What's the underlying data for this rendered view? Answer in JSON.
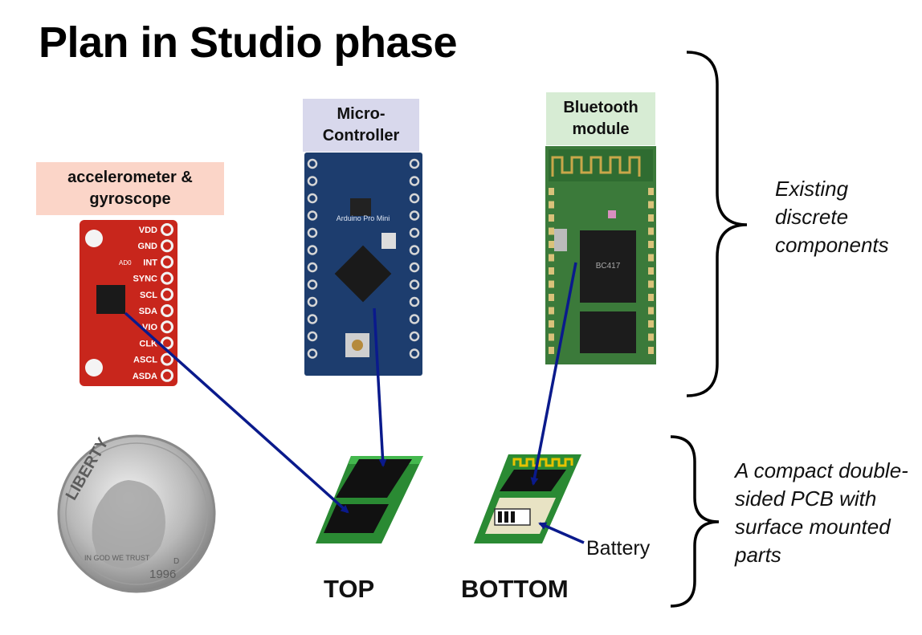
{
  "title": "Plan in Studio phase",
  "components": {
    "accelerometer_label": "accelerometer & gyroscope",
    "microcontroller_label": "Micro-Controller",
    "bluetooth_label": "Bluetooth module"
  },
  "accel_pins": [
    "VDD",
    "GND",
    "INT",
    "SYNC",
    "SCL",
    "SDA",
    "VIO",
    "CLK",
    "ASCL",
    "ASDA"
  ],
  "accel_chip_text": "AD0",
  "mcu_chip_text": "Arduino Pro Mini",
  "bt_chip_text": "BC417",
  "annotations": {
    "existing": "Existing discrete components",
    "compact": "A compact double-sided PCB with surface mounted parts",
    "battery": "Battery"
  },
  "pcb_views": {
    "top": "TOP",
    "bottom": "BOTTOM"
  },
  "coin": {
    "word": "LIBERTY",
    "motto": "IN GOD WE TRUST",
    "year": "1996",
    "mint": "D"
  },
  "colors": {
    "arrow": "#0a1a8c",
    "accel_board": "#c8261c",
    "mcu_board": "#1d3d6e",
    "bt_board": "#3b7a3a",
    "pcb_green": "#2fa83a"
  }
}
